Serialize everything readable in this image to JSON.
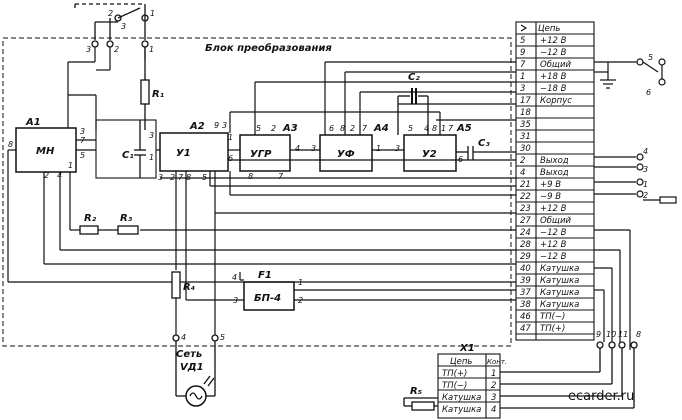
{
  "title": "Блок преобразования",
  "watermark": "ecarder.ru",
  "blocks": {
    "a1": {
      "ref": "A1",
      "name": "МН"
    },
    "a2": {
      "ref": "A2",
      "name": "У1"
    },
    "a3": {
      "ref": "A3",
      "name": "УГР"
    },
    "a4": {
      "ref": "A4",
      "name": "УФ"
    },
    "a5": {
      "ref": "A5",
      "name": "У2"
    },
    "f1": {
      "ref": "F1",
      "name": "БП-4"
    }
  },
  "components": {
    "r1": "R₁",
    "r2": "R₂",
    "r3": "R₃",
    "r4": "R₄",
    "r5": "R₅",
    "c1": "C₁",
    "c2": "C₂",
    "c3": "C₃"
  },
  "lamp": {
    "ref": "VД1",
    "name": "Сеть"
  },
  "connector_table": [
    {
      "pin": "5",
      "label": "+12 В"
    },
    {
      "pin": "9",
      "label": "−12 В"
    },
    {
      "pin": "7",
      "label": "Общий"
    },
    {
      "pin": "1",
      "label": "+18 В"
    },
    {
      "pin": "3",
      "label": "−18 В"
    },
    {
      "pin": "17",
      "label": "Корпус"
    },
    {
      "pin": "18",
      "label": ""
    },
    {
      "pin": "35",
      "label": ""
    },
    {
      "pin": "31",
      "label": ""
    },
    {
      "pin": "30",
      "label": ""
    },
    {
      "pin": "2",
      "label": "Выход"
    },
    {
      "pin": "4",
      "label": "Выход"
    },
    {
      "pin": "21",
      "label": "+9 В"
    },
    {
      "pin": "22",
      "label": "−9 В"
    },
    {
      "pin": "23",
      "label": "+12 В"
    },
    {
      "pin": "27",
      "label": "Общий"
    },
    {
      "pin": "24",
      "label": "−12 В"
    },
    {
      "pin": "28",
      "label": "+12 В"
    },
    {
      "pin": "29",
      "label": "−12 В"
    },
    {
      "pin": "40",
      "label": "Катушка"
    },
    {
      "pin": "39",
      "label": "Катушка"
    },
    {
      "pin": "37",
      "label": "Катушка"
    },
    {
      "pin": "38",
      "label": "Катушка"
    },
    {
      "pin": "46",
      "label": "ТП(−)"
    },
    {
      "pin": "47",
      "label": "ТП(+)"
    }
  ],
  "connector_header": "Цепь",
  "x1": {
    "ref": "X1",
    "header_circuit": "Цепь",
    "header_contact": "Конт.",
    "rows": [
      {
        "circuit": "ТП(+)",
        "contact": "1"
      },
      {
        "circuit": "ТП(−)",
        "contact": "2"
      },
      {
        "circuit": "Катушка",
        "contact": "3"
      },
      {
        "circuit": "Катушка",
        "contact": "4"
      }
    ]
  }
}
